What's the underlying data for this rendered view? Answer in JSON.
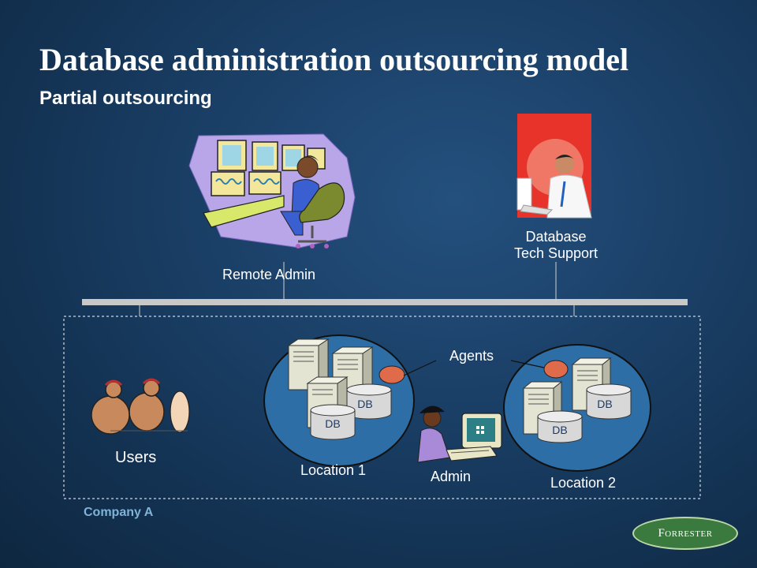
{
  "slide": {
    "title": "Database administration outsourcing model",
    "subtitle": "Partial outsourcing"
  },
  "nodes": {
    "remote_admin": "Remote  Admin",
    "tech_support_line1": "Database",
    "tech_support_line2": "Tech Support",
    "users": "Users",
    "location1": "Location 1",
    "location2": "Location 2",
    "admin": "Admin",
    "agents": "Agents",
    "db": "DB"
  },
  "group": {
    "company": "Company A"
  },
  "logo": {
    "text": "Forrester"
  },
  "colors": {
    "background": "#1a3f66",
    "network_bar": "#c8c8c8",
    "location_fill": "#2d6ea6",
    "agent_fill": "#e06b4a",
    "company_label": "#7fb3d8"
  }
}
